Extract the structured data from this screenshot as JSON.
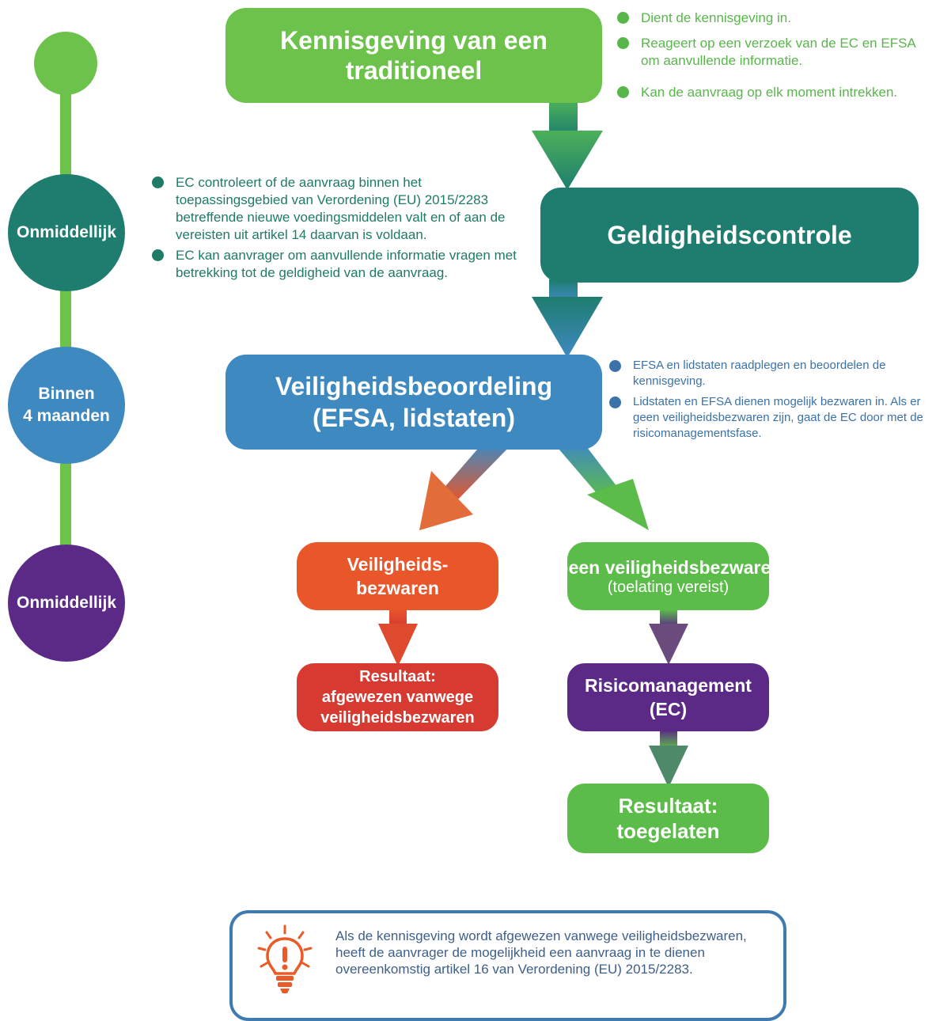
{
  "colors": {
    "light_green": "#6cc24a",
    "teal": "#1e7d6f",
    "blue": "#3f89c1",
    "purple": "#5b2a86",
    "orange": "#e8562a",
    "red": "#d63a30",
    "note_green": "#58b64b",
    "note_teal": "#1f7a66",
    "note_blue": "#3b72a8",
    "bulb_orange": "#ea5b27"
  },
  "timeline": {
    "circle_1": "Onmiddellijk",
    "circle_2": "Binnen\n4 maanden",
    "circle_3": "Onmiddellijk"
  },
  "boxes": {
    "notification": "Kennisgeving van een traditioneel",
    "validity": "Geldigheidscontrole",
    "safety": "Veiligheidsbeoordeling (EFSA, lidstaten)",
    "objections": "Veiligheids-\nbezwaren",
    "rejected": "Resultaat:\nafgewezen vanwege veiligheidsbezwaren",
    "no_objections_title": "Geen veiligheidsbezwaren",
    "no_objections_sub": "(toelating vereist)",
    "risk": "Risicomanagement\n(EC)",
    "approved": "Resultaat:\ntoegelaten"
  },
  "notes": {
    "applicant": [
      "Dient de kennisgeving in.",
      "Reageert op een verzoek van de EC en EFSA om aanvullende informatie.",
      "Kan de aanvraag op elk moment intrekken."
    ],
    "validity": [
      "EC controleert of de aanvraag binnen het toepassingsgebied van Verordening (EU) 2015/2283 betreffende nieuwe voedingsmiddelen valt en of aan de vereisten uit artikel 14 daarvan is voldaan.",
      "EC kan aanvrager om aanvullende informatie vragen met betrekking tot de geldigheid van de aanvraag."
    ],
    "safety": [
      "EFSA en lidstaten raadplegen en beoordelen de kennisgeving.",
      "Lidstaten en EFSA dienen mogelijk bezwaren in. Als er geen veiligheidsbezwaren zijn, gaat de EC door met de risicomanagementsfase."
    ]
  },
  "info": {
    "icon": "lightbulb-icon",
    "text": "Als de kennisgeving wordt afgewezen vanwege veiligheidsbezwaren, heeft de aanvrager de mogelijkheid een aanvraag in te dienen overeenkomstig artikel 16 van Verordening (EU) 2015/2283."
  }
}
